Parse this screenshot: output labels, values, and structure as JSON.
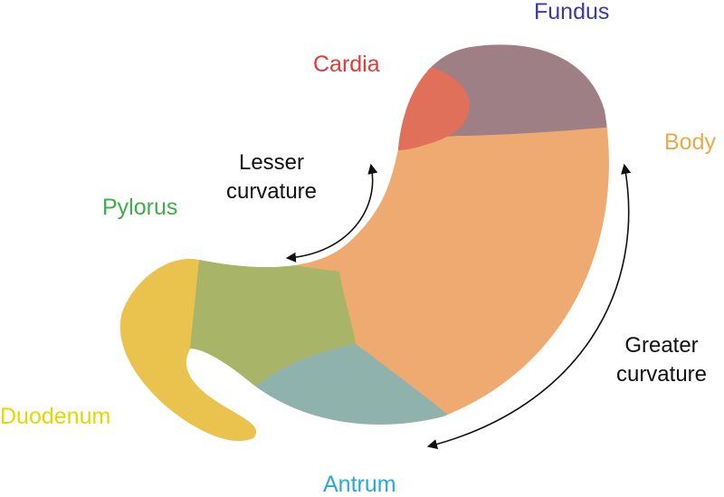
{
  "labels": {
    "fundus": "Fundus",
    "cardia": "Cardia",
    "body": "Body",
    "pylorus": "Pylorus",
    "duodenum": "Duodenum",
    "antrum": "Antrum",
    "lesser_curvature": [
      "Lesser",
      "curvature"
    ],
    "greater_curvature": [
      "Greater",
      "curvature"
    ]
  },
  "colors": {
    "fundus": "#3a3aa0",
    "cardia": "#e03a3a",
    "body": "#eba94a",
    "pylorus": "#3fae4a",
    "duodenum": "#e3d800",
    "antrum": "#2aa8d8",
    "region_fundus": "#9e7f86",
    "region_cardia": "#e0705a",
    "region_body": "#eeaa70",
    "region_pylorus": "#a8b468",
    "region_duodenum": "#eac24e",
    "region_antrum": "#8fb2ad",
    "arrow": "#111111"
  }
}
